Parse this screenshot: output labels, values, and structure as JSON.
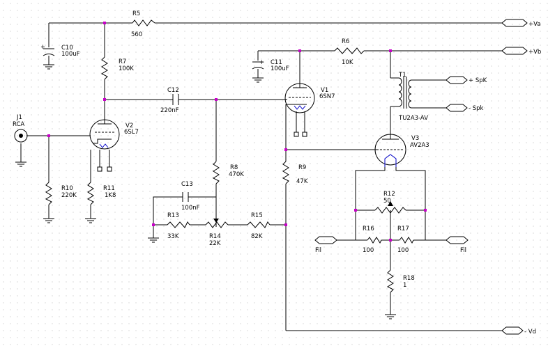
{
  "components": {
    "C10": {
      "ref": "C10",
      "value": "100uF"
    },
    "C11": {
      "ref": "C11",
      "value": "100uF"
    },
    "C12": {
      "ref": "C12",
      "value": "220nF"
    },
    "C13": {
      "ref": "C13",
      "value": "100nF"
    },
    "R5": {
      "ref": "R5",
      "value": "560"
    },
    "R6": {
      "ref": "R6",
      "value": "10K"
    },
    "R7": {
      "ref": "R7",
      "value": "100K"
    },
    "R8": {
      "ref": "R8",
      "value": "470K"
    },
    "R9": {
      "ref": "R9",
      "value": "47K"
    },
    "R10": {
      "ref": "R10",
      "value": "220K"
    },
    "R11": {
      "ref": "R11",
      "value": "1K8"
    },
    "R12": {
      "ref": "R12",
      "value": "50"
    },
    "R13": {
      "ref": "R13",
      "value": "33K"
    },
    "R14": {
      "ref": "R14",
      "value": "22K"
    },
    "R15": {
      "ref": "R15",
      "value": "82K"
    },
    "R16": {
      "ref": "R16",
      "value": "100"
    },
    "R17": {
      "ref": "R17",
      "value": "100"
    },
    "R18": {
      "ref": "R18",
      "value": "1"
    },
    "J1": {
      "ref": "J1",
      "value": "RCA"
    },
    "V1": {
      "ref": "V1",
      "value": "6SN7"
    },
    "V2": {
      "ref": "V2",
      "value": "6SL7"
    },
    "V3": {
      "ref": "V3",
      "value": "AV2A3"
    },
    "T1": {
      "ref": "T1",
      "value": "TU2A3-AV"
    }
  },
  "ports": {
    "va": "+Va",
    "vb": "+Vb",
    "spk_pos": "+ SpK",
    "spk_neg": "- Spk",
    "fil_left": "Fil",
    "fil_right": "Fil",
    "vd": "- Vd"
  },
  "colors": {
    "wire": "#000000",
    "node": "#c800c8",
    "tube_filament": "#0000c8",
    "background": "#ffffff",
    "grid_dot": "#c0c0c0"
  }
}
